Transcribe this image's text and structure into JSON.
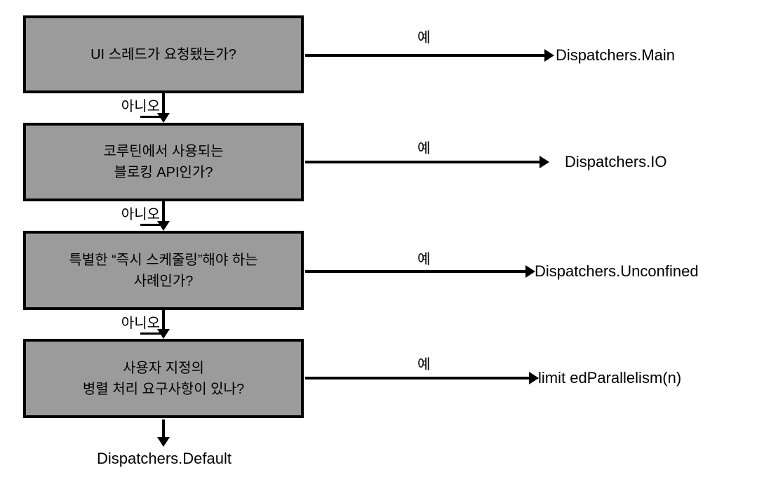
{
  "colors": {
    "background": "#ffffff",
    "box_fill": "#9b9b9b",
    "box_border": "#000000",
    "line": "#000000",
    "text": "#000000"
  },
  "flowchart": {
    "description": "Coroutine dispatcher selection flowchart (Korean)",
    "nodes": [
      {
        "question": "UI 스레드가 요청됐는가?",
        "yes_label": "예",
        "yes_result": "Dispatchers.Main",
        "no_label": "아니오"
      },
      {
        "question": "코루틴에서 사용되는\n블로킹 API인가?",
        "yes_label": "예",
        "yes_result": "Dispatchers.IO",
        "no_label": "아니오"
      },
      {
        "question": "특별한 “즉시 스케줄링”해야 하는\n사례인가?",
        "yes_label": "예",
        "yes_result": "Dispatchers.Unconfined",
        "no_label": "아니오"
      },
      {
        "question": "사용자 지정의\n병렬 처리 요구사항이 있나?",
        "yes_label": "예",
        "yes_result": "limit edParallelism(n)"
      }
    ],
    "final_result": "Dispatchers.Default"
  }
}
